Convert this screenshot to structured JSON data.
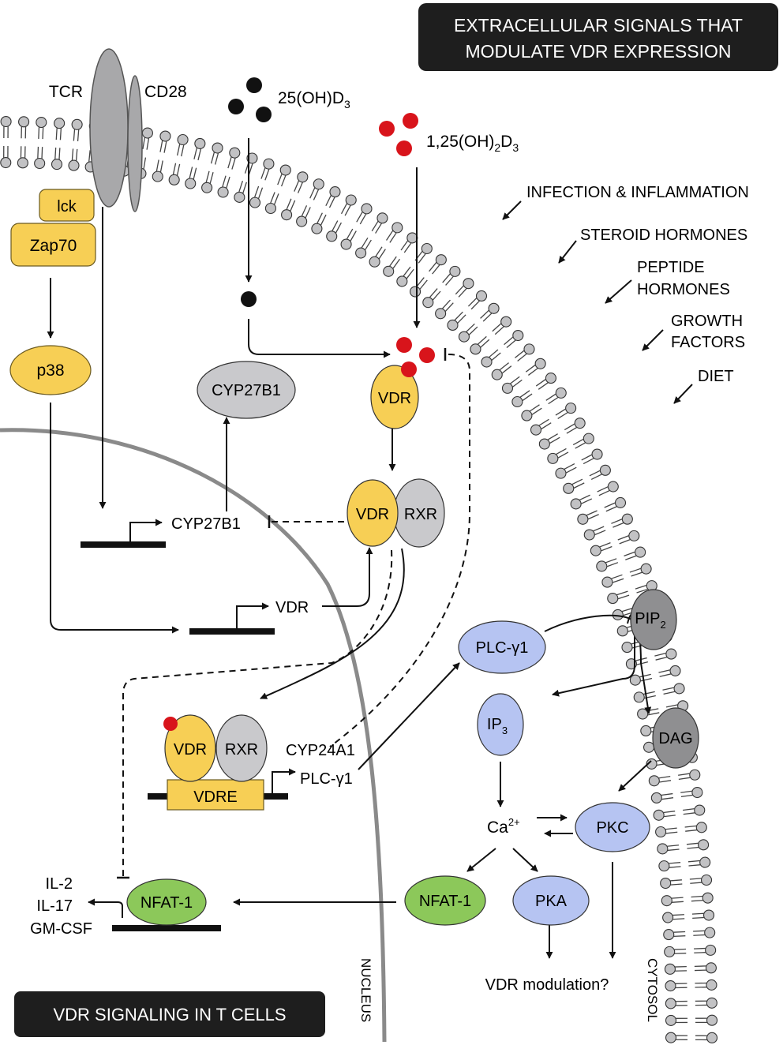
{
  "colors": {
    "yellow": "#f7cf55",
    "gray": "#c9c9cc",
    "darkgray": "#8f8f91",
    "blue": "#b6c4f2",
    "green": "#8cc85a",
    "red": "#d8141b",
    "black": "#111111",
    "box": "#1e1e1e"
  },
  "headers": {
    "top_line1": "EXTRACELLULAR SIGNALS THAT",
    "top_line2": "MODULATE VDR EXPRESSION",
    "bottom": "VDR SIGNALING IN T CELLS"
  },
  "receptors": {
    "tcr": "TCR",
    "cd28": "CD28"
  },
  "kinases": {
    "lck": "lck",
    "zap70": "Zap70",
    "p38": "p38"
  },
  "ligands": {
    "calcidiol_base": "25(OH)D",
    "calcidiol_sub": "3",
    "calcitriol_base": "1,25(OH)",
    "calcitriol_sub1": "2",
    "calcitriol_mid": "D",
    "calcitriol_sub2": "3"
  },
  "signals": {
    "infection": "INFECTION & INFLAMMATION",
    "steroid": "STEROID HORMONES",
    "peptide1": "PEPTIDE",
    "peptide2": "HORMONES",
    "growth1": "GROWTH",
    "growth2": "FACTORS",
    "diet": "DIET"
  },
  "proteins": {
    "cyp27b1": "CYP27B1",
    "vdr": "VDR",
    "rxr": "RXR",
    "vdre": "VDRE",
    "plc": "PLC-γ1",
    "ip3_base": "IP",
    "ip3_sub": "3",
    "pip2_base": "PIP",
    "pip2_sub": "2",
    "dag": "DAG",
    "ca_base": "Ca",
    "ca_sup": "2+",
    "pkc": "PKC",
    "pka": "PKA",
    "nfat": "NFAT-1"
  },
  "genes": {
    "cyp27b1": "CYP27B1",
    "vdr": "VDR",
    "cyp24a1": "CYP24A1",
    "plc": "PLC-γ1",
    "il2": "IL-2",
    "il17": "IL-17",
    "gmcsf": "GM-CSF"
  },
  "compartments": {
    "nucleus": "NUCLEUS",
    "cytosol": "CYTOSOL"
  },
  "outcome": "VDR modulation?"
}
